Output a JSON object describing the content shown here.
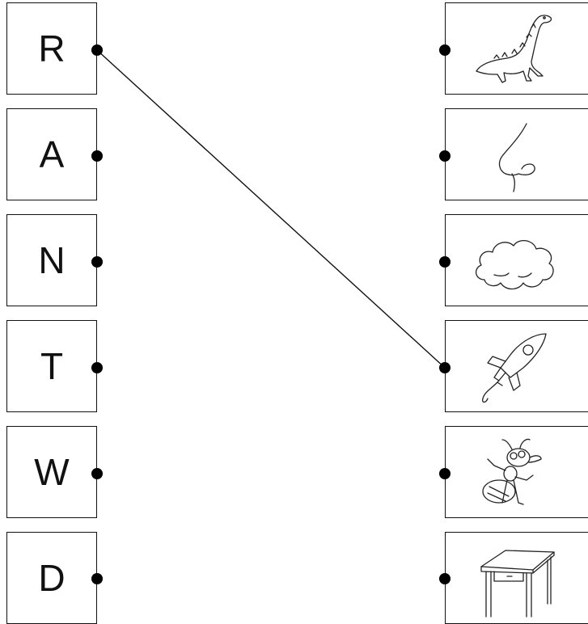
{
  "letters": [
    {
      "label": "R"
    },
    {
      "label": "A"
    },
    {
      "label": "N"
    },
    {
      "label": "T"
    },
    {
      "label": "W"
    },
    {
      "label": "D"
    }
  ],
  "pictures": [
    {
      "icon": "dinosaur-icon"
    },
    {
      "icon": "nose-icon"
    },
    {
      "icon": "cloud-icon"
    },
    {
      "icon": "rocket-icon"
    },
    {
      "icon": "ant-icon"
    },
    {
      "icon": "desk-icon"
    }
  ],
  "connections": [
    {
      "from_letter": 0,
      "to_picture": 3
    }
  ],
  "colors": {
    "ink": "#111111",
    "background": "#ffffff"
  }
}
